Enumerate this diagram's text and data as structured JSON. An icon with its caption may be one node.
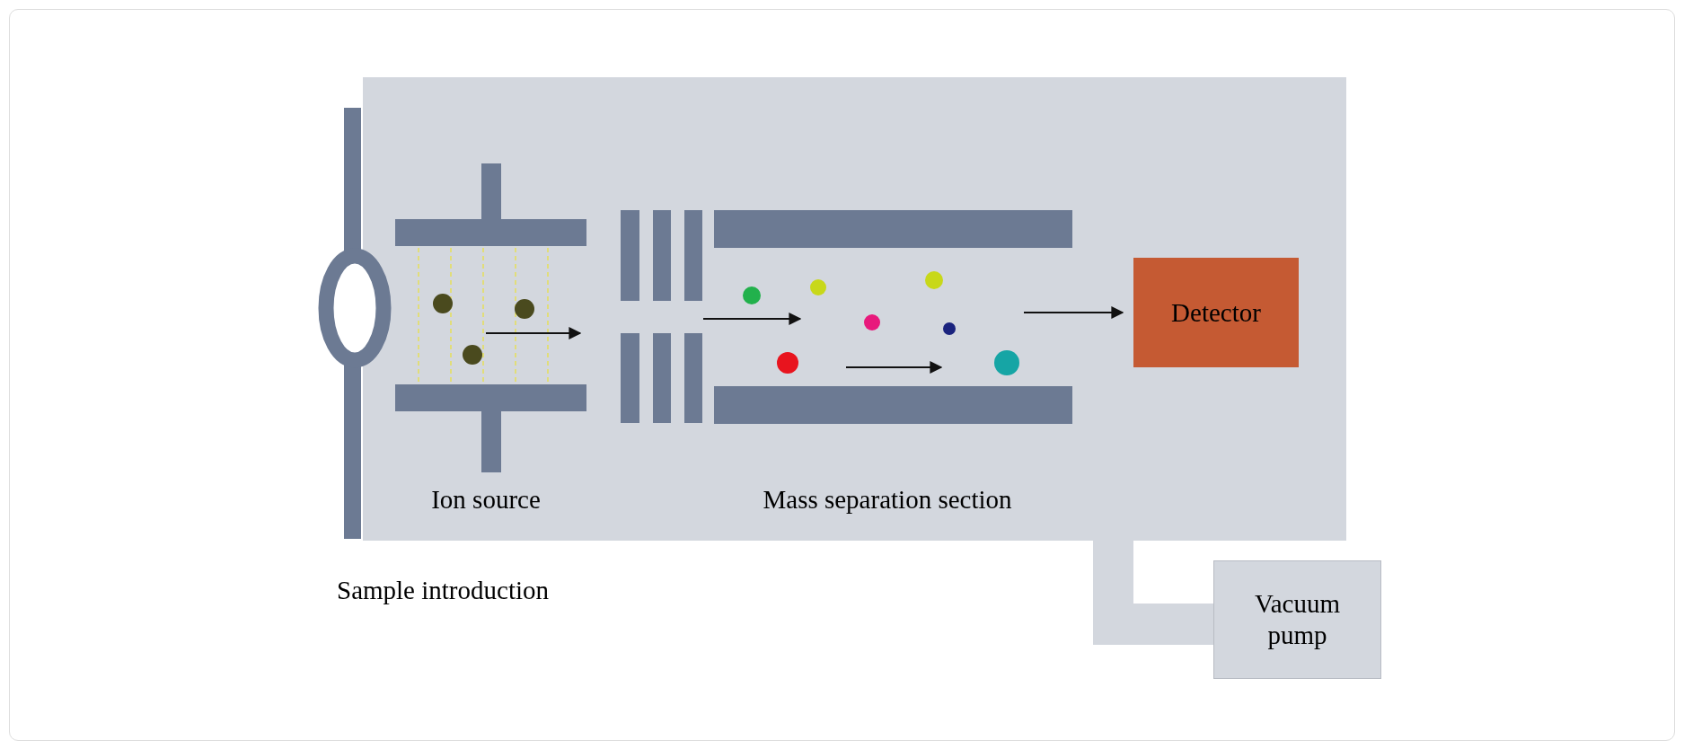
{
  "diagram": {
    "nodes": [
      {
        "text": [
          "Detector"
        ]
      },
      {
        "text": [
          "Vacuum pump"
        ]
      }
    ],
    "labels": [
      "Ion source",
      "Mass separation section",
      "Sample introduction"
    ]
  }
}
